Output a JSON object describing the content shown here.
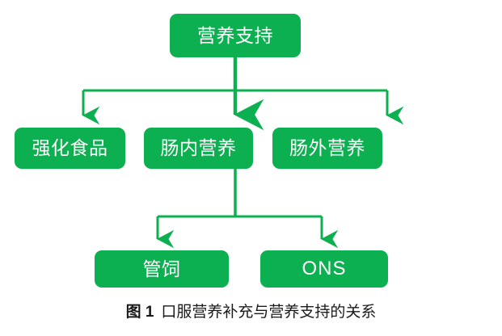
{
  "figure": {
    "caption_label": "图 1",
    "caption_text": "口服营养补充与营养支持的关系",
    "accent_color": "#0DB050",
    "node_text_color": "#FFFFFF",
    "background_color": "#FFFFFF"
  },
  "diagram": {
    "type": "flowchart",
    "orientation": "top-down",
    "levels": [
      {
        "level": 1,
        "nodes": [
          {
            "id": "root",
            "label": "营养支持"
          }
        ]
      },
      {
        "level": 2,
        "nodes": [
          {
            "id": "fortified",
            "label": "强化食品"
          },
          {
            "id": "enteral",
            "label": "肠内营养"
          },
          {
            "id": "parenteral",
            "label": "肠外营养"
          }
        ]
      },
      {
        "level": 3,
        "nodes": [
          {
            "id": "tubefeed",
            "label": "管饲"
          },
          {
            "id": "ons",
            "label": "ONS"
          }
        ]
      }
    ],
    "edges": [
      {
        "from": "root",
        "to": "fortified"
      },
      {
        "from": "root",
        "to": "enteral"
      },
      {
        "from": "root",
        "to": "parenteral"
      },
      {
        "from": "enteral",
        "to": "tubefeed"
      },
      {
        "from": "enteral",
        "to": "ons"
      }
    ]
  }
}
